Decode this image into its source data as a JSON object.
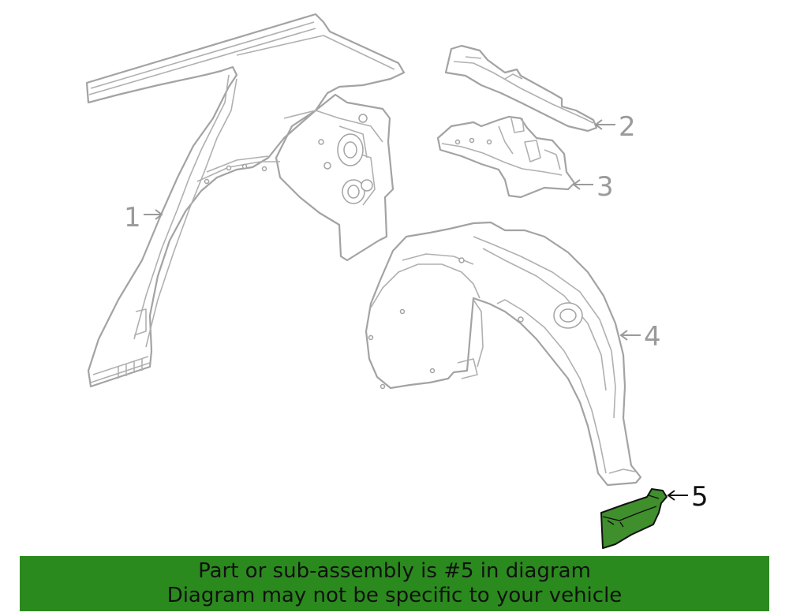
{
  "callouts": [
    {
      "label": "1"
    },
    {
      "label": "2"
    },
    {
      "label": "3"
    },
    {
      "label": "4"
    },
    {
      "label": "5",
      "highlighted": true
    }
  ],
  "highlight_color": "#2b8a1e",
  "part_color": "#3f8f2c",
  "banner": {
    "line1": "Part or sub-assembly is #5 in diagram",
    "line2": "Diagram may not be specific to your vehicle"
  }
}
